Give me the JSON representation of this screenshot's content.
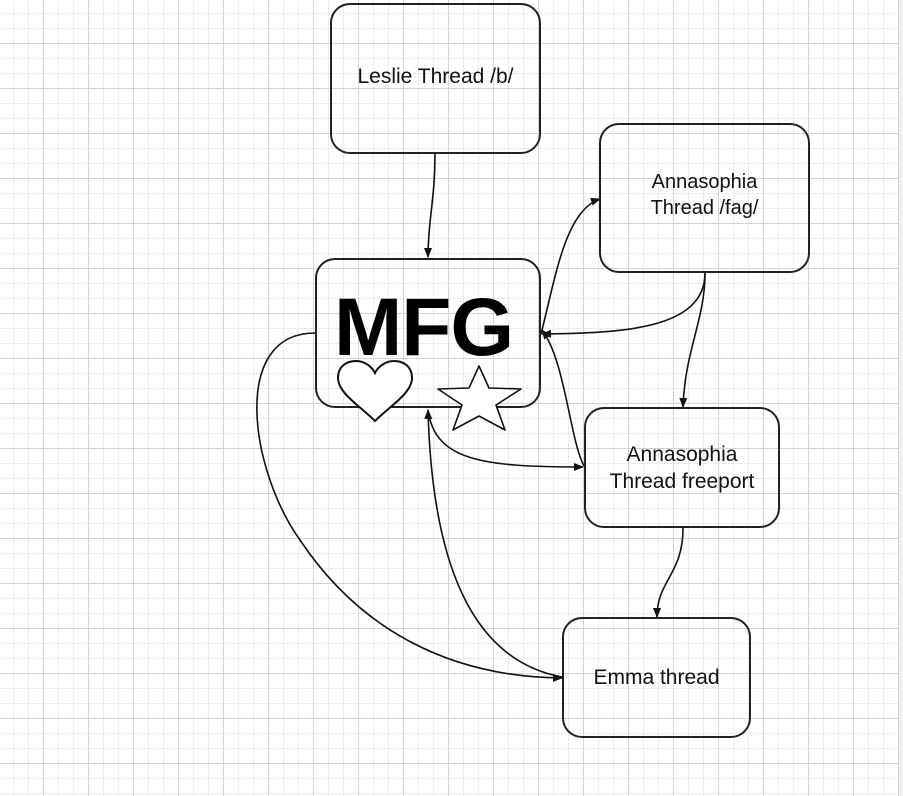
{
  "diagram": {
    "nodes": [
      {
        "id": "leslie",
        "lines": [
          "Leslie Thread /b/"
        ]
      },
      {
        "id": "fag",
        "lines": [
          "Annasophia",
          "Thread /fag/"
        ]
      },
      {
        "id": "mfg",
        "lines": [
          "MFG"
        ],
        "decorations": [
          "heart-icon",
          "star-icon"
        ]
      },
      {
        "id": "freeport",
        "lines": [
          "Annasophia",
          "Thread freeport"
        ]
      },
      {
        "id": "emma",
        "lines": [
          "Emma thread"
        ]
      }
    ],
    "edges": [
      {
        "from": "leslie",
        "to": "mfg"
      },
      {
        "from": "mfg",
        "to": "fag"
      },
      {
        "from": "fag",
        "to": "mfg"
      },
      {
        "from": "fag",
        "to": "freeport"
      },
      {
        "from": "freeport",
        "to": "mfg"
      },
      {
        "from": "mfg",
        "to": "freeport"
      },
      {
        "from": "freeport",
        "to": "emma"
      },
      {
        "from": "mfg",
        "to": "emma"
      },
      {
        "from": "emma",
        "to": "mfg"
      }
    ],
    "colors": {
      "stroke": "#222222",
      "grid_minor": "#ececec",
      "grid_major": "#d4d4d4"
    }
  }
}
